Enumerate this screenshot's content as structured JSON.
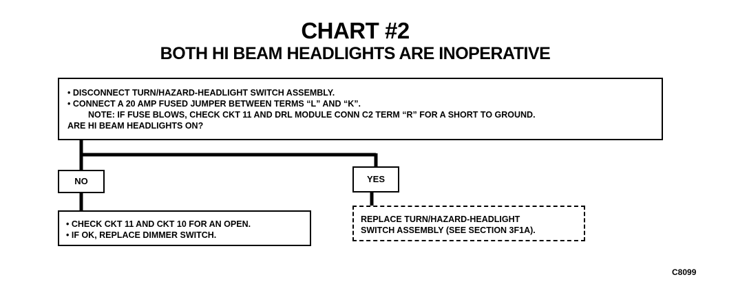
{
  "chart": {
    "title": "CHART #2",
    "subtitle": "BOTH HI BEAM HEADLIGHTS ARE INOPERATIVE"
  },
  "question": {
    "lines": [
      "DISCONNECT TURN/HAZARD-HEADLIGHT SWITCH ASSEMBLY.",
      "CONNECT A 20 AMP FUSED JUMPER BETWEEN TERMS “L” AND “K”.",
      "NOTE: IF FUSE BLOWS, CHECK CKT 11 AND DRL MODULE CONN C2 TERM “R” FOR A SHORT TO GROUND.",
      "ARE HI BEAM HEADLIGHTS ON?"
    ]
  },
  "branches": {
    "no_label": "NO",
    "yes_label": "YES",
    "no_result": [
      "CHECK CKT 11 AND CKT 10 FOR AN OPEN.",
      "IF OK, REPLACE DIMMER SWITCH."
    ],
    "yes_result": [
      "REPLACE TURN/HAZARD-HEADLIGHT",
      "SWITCH ASSEMBLY (SEE SECTION 3F1A)."
    ]
  },
  "figure_code": "C8099"
}
